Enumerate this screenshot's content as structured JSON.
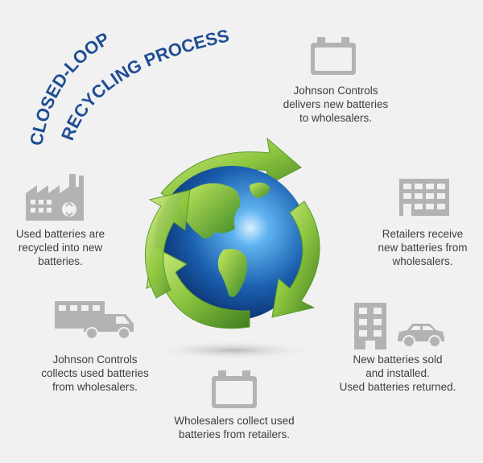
{
  "title": {
    "line1": "CLOSED-LOOP",
    "line2": "RECYCLING PROCESS"
  },
  "steps": [
    {
      "text": "Johnson Controls\ndelivers new batteries\nto wholesalers.",
      "icon": "battery-icon"
    },
    {
      "text": "Retailers receive\nnew batteries from\nwholesalers.",
      "icon": "store-icon"
    },
    {
      "text": "New batteries sold\nand installed.\nUsed batteries returned.",
      "icon": "building-car-icon"
    },
    {
      "text": "Wholesalers collect used\nbatteries from retailers.",
      "icon": "battery-icon"
    },
    {
      "text": "Johnson Controls\ncollects used batteries\nfrom wholesalers.",
      "icon": "truck-icon"
    },
    {
      "text": "Used batteries are\nrecycled into new\nbatteries.",
      "icon": "factory-recycle-icon"
    }
  ],
  "colors": {
    "title": "#1f4e93",
    "icon_gray": "#b3b3b3",
    "arrow_green": "#8dc63f",
    "globe_blue": "#1a5fae",
    "background": "#f1f1f2"
  }
}
